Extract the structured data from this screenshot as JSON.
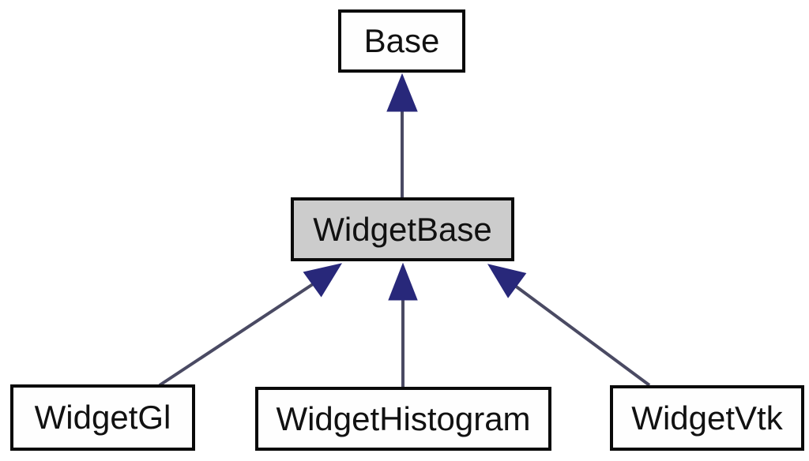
{
  "diagram": {
    "type": "class-inheritance-graph",
    "nodes": [
      {
        "id": "base",
        "label": "Base",
        "highlighted": false
      },
      {
        "id": "widgetbase",
        "label": "WidgetBase",
        "highlighted": true
      },
      {
        "id": "widgetgl",
        "label": "WidgetGl",
        "highlighted": false
      },
      {
        "id": "widgethistogram",
        "label": "WidgetHistogram",
        "highlighted": false
      },
      {
        "id": "widgetvtk",
        "label": "WidgetVtk",
        "highlighted": false
      }
    ],
    "edges": [
      {
        "from": "WidgetBase",
        "to": "Base",
        "type": "inheritance"
      },
      {
        "from": "WidgetGl",
        "to": "WidgetBase",
        "type": "inheritance"
      },
      {
        "from": "WidgetHistogram",
        "to": "WidgetBase",
        "type": "inheritance"
      },
      {
        "from": "WidgetVtk",
        "to": "WidgetBase",
        "type": "inheritance"
      }
    ],
    "colors": {
      "canvas_bg": "#ffffff",
      "node_fill": "#fefefe",
      "highlight_fill": "#cccccc",
      "node_border": "#0a0a0a",
      "edge_line": "#4a4a63",
      "arrowhead": "#28287a"
    }
  }
}
